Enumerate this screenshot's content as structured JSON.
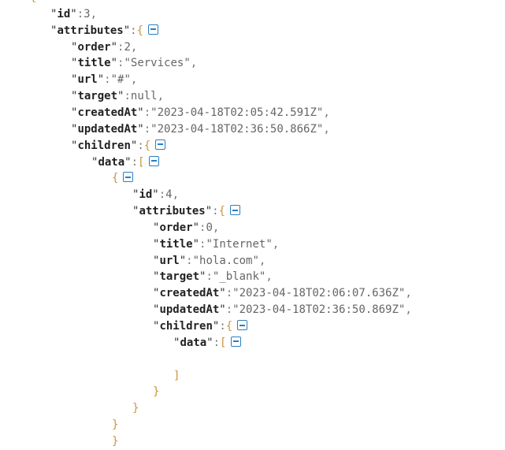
{
  "lines": [
    {
      "indent": 0,
      "open": "{",
      "toggle": false
    },
    {
      "indent": 1,
      "key": "id",
      "value": "3",
      "comma": true
    },
    {
      "indent": 1,
      "key": "attributes",
      "open": "{",
      "toggle": true
    },
    {
      "indent": 2,
      "key": "order",
      "value": "2",
      "comma": true
    },
    {
      "indent": 2,
      "key": "title",
      "value": "\"Services\"",
      "comma": true
    },
    {
      "indent": 2,
      "key": "url",
      "value": "\"#\"",
      "comma": true
    },
    {
      "indent": 2,
      "key": "target",
      "value": "null",
      "comma": true
    },
    {
      "indent": 2,
      "key": "createdAt",
      "value": "\"2023-04-18T02:05:42.591Z\"",
      "comma": true
    },
    {
      "indent": 2,
      "key": "updatedAt",
      "value": "\"2023-04-18T02:36:50.866Z\"",
      "comma": true
    },
    {
      "indent": 2,
      "key": "children",
      "open": "{",
      "toggle": true
    },
    {
      "indent": 3,
      "key": "data",
      "open": "[",
      "toggle": true
    },
    {
      "indent": 4,
      "open": "{",
      "toggle": true
    },
    {
      "indent": 5,
      "key": "id",
      "value": "4",
      "comma": true
    },
    {
      "indent": 5,
      "key": "attributes",
      "open": "{",
      "toggle": true
    },
    {
      "indent": 6,
      "key": "order",
      "value": "0",
      "comma": true
    },
    {
      "indent": 6,
      "key": "title",
      "value": "\"Internet\"",
      "comma": true
    },
    {
      "indent": 6,
      "key": "url",
      "value": "\"hola.com\"",
      "comma": true
    },
    {
      "indent": 6,
      "key": "target",
      "value": "\"_blank\"",
      "comma": true
    },
    {
      "indent": 6,
      "key": "createdAt",
      "value": "\"2023-04-18T02:06:07.636Z\"",
      "comma": true
    },
    {
      "indent": 6,
      "key": "updatedAt",
      "value": "\"2023-04-18T02:36:50.869Z\"",
      "comma": true
    },
    {
      "indent": 6,
      "key": "children",
      "open": "{",
      "toggle": true
    },
    {
      "indent": 7,
      "key": "data",
      "open": "[",
      "toggle": true
    },
    {
      "indent": 7
    },
    {
      "indent": 7,
      "close": "]"
    },
    {
      "indent": 6,
      "close": "}"
    },
    {
      "indent": 5,
      "close": "}"
    },
    {
      "indent": 4,
      "close": "}"
    }
  ]
}
